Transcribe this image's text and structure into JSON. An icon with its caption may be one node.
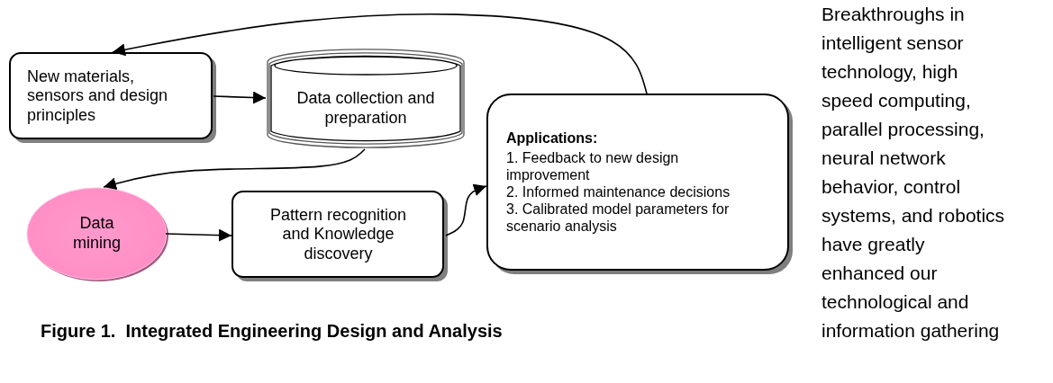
{
  "diagram": {
    "caption": "Figure 1.  Integrated Engineering Design and Analysis",
    "nodes": [
      {
        "text": [
          "New materials, sensors and design principles"
        ]
      },
      {
        "text": [
          "Data collection and preparation"
        ]
      },
      {
        "text": [
          "Data mining"
        ]
      },
      {
        "text": [
          "Pattern recognition and Knowledge discovery"
        ]
      },
      {
        "text": [
          "Applications:",
          "1. Feedback to new design improvement",
          "2. Informed maintenance decisions",
          "3. Calibrated model parameters for scenario analysis"
        ]
      }
    ],
    "edges": [
      {
        "from": 4,
        "to": 0,
        "arrow": "to"
      },
      {
        "from": 0,
        "to": 1,
        "arrow": "to"
      },
      {
        "from": 1,
        "to": 2,
        "arrow": "to"
      },
      {
        "from": 2,
        "to": 3,
        "arrow": "to"
      },
      {
        "from": 3,
        "to": 4,
        "arrow": "to"
      }
    ],
    "labels": [
      "Breakthroughs in intelligent sensor technology, high speed computing, parallel processing, neural network behavior, control systems, and robotics have greatly enhanced our technological and information gathering"
    ]
  }
}
